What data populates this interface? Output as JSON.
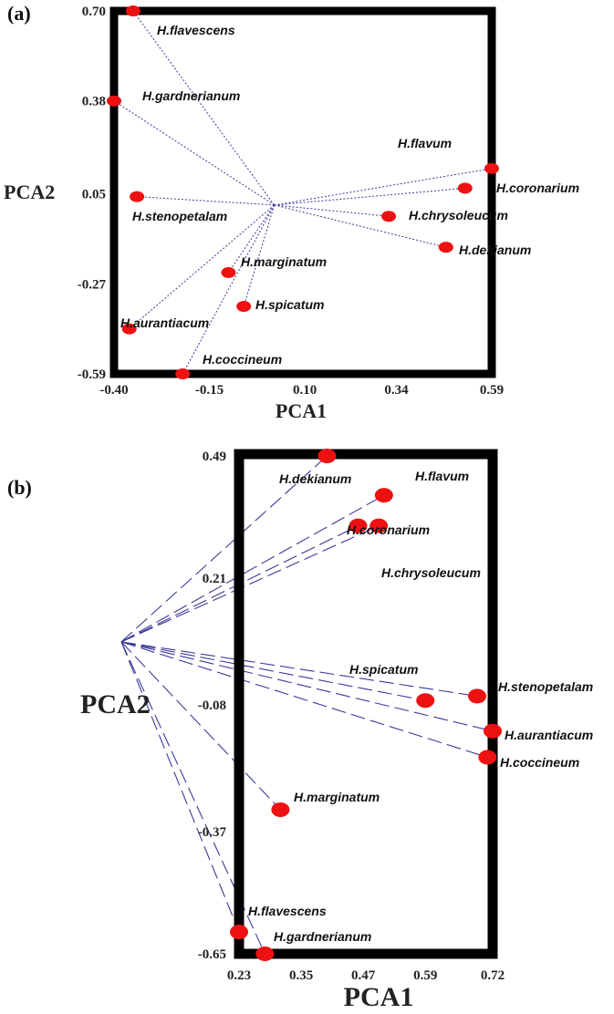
{
  "chart_data": [
    {
      "panel_label": "(a)",
      "type": "scatter",
      "xlabel": "PCA1",
      "ylabel": "PCA2",
      "xticks": [
        "-0.40",
        "-0.15",
        "0.10",
        "0.34",
        "0.59"
      ],
      "yticks": [
        "0.70",
        "0.38",
        "0.05",
        "-0.27",
        "-0.59"
      ],
      "xlim": [
        -0.4,
        0.59
      ],
      "ylim": [
        -0.59,
        0.7
      ],
      "origin": [
        0.02,
        0.01
      ],
      "points": [
        {
          "name": "H.flavescens",
          "x": -0.35,
          "y": 0.7
        },
        {
          "name": "H.gardnerianum",
          "x": -0.4,
          "y": 0.38
        },
        {
          "name": "H.stenopetalam",
          "x": -0.34,
          "y": 0.04
        },
        {
          "name": "H.flavum",
          "x": 0.59,
          "y": 0.14
        },
        {
          "name": "H.coronarium",
          "x": 0.52,
          "y": 0.07
        },
        {
          "name": "H.chrysoleucum",
          "x": 0.32,
          "y": -0.03
        },
        {
          "name": "H.dekianum",
          "x": 0.47,
          "y": -0.14
        },
        {
          "name": "H.marginatum",
          "x": -0.1,
          "y": -0.23
        },
        {
          "name": "H.spicatum",
          "x": -0.06,
          "y": -0.35
        },
        {
          "name": "H.aurantiacum",
          "x": -0.36,
          "y": -0.43
        },
        {
          "name": "H.coccineum",
          "x": -0.22,
          "y": -0.59
        }
      ]
    },
    {
      "panel_label": "(b)",
      "type": "scatter",
      "xlabel": "PCA1",
      "ylabel": "PCA2",
      "xticks": [
        "0.23",
        "0.35",
        "0.47",
        "0.59",
        "0.72"
      ],
      "yticks": [
        "0.49",
        "0.21",
        "-0.08",
        "-0.37",
        "-0.65"
      ],
      "xlim": [
        0.23,
        0.72
      ],
      "ylim": [
        -0.65,
        0.49
      ],
      "origin": [
        0.1,
        0.01
      ],
      "points": [
        {
          "name": "H.dekianum",
          "x": 0.4,
          "y": 0.49
        },
        {
          "name": "H.flavum",
          "x": 0.51,
          "y": 0.4
        },
        {
          "name": "H.coronarium",
          "x": 0.46,
          "y": 0.33
        },
        {
          "name": "H.chrysoleucum",
          "x": 0.5,
          "y": 0.33
        },
        {
          "name": "H.spicatum",
          "x": 0.59,
          "y": -0.07
        },
        {
          "name": "H.stenopetalam",
          "x": 0.69,
          "y": -0.06
        },
        {
          "name": "H.aurantiacum",
          "x": 0.72,
          "y": -0.14
        },
        {
          "name": "H.coccineum",
          "x": 0.71,
          "y": -0.2
        },
        {
          "name": "H.marginatum",
          "x": 0.31,
          "y": -0.32
        },
        {
          "name": "H.flavescens",
          "x": 0.23,
          "y": -0.6
        },
        {
          "name": "H.gardnerianum",
          "x": 0.28,
          "y": -0.65
        }
      ]
    }
  ],
  "colors": {
    "point": "#ee1111",
    "line": "#3a3a9a",
    "frame": "#000000"
  }
}
